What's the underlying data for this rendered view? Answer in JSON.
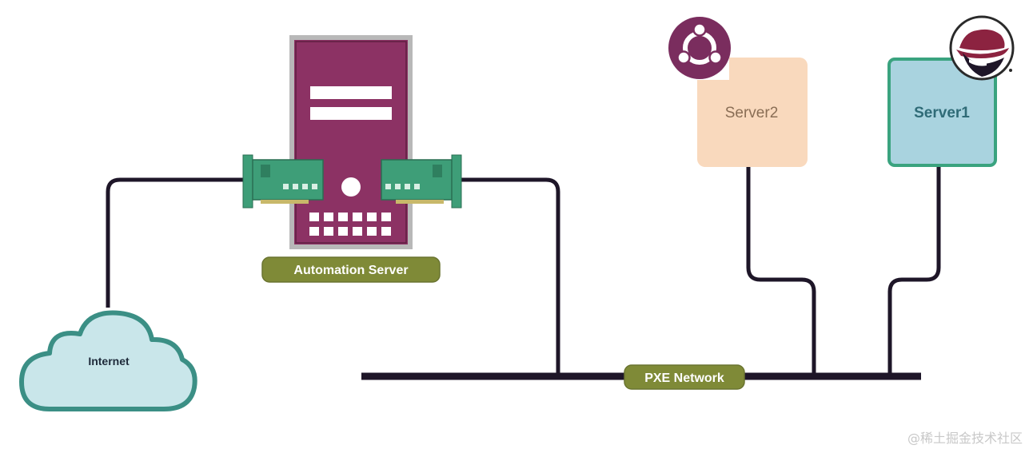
{
  "labels": {
    "automation_server": "Automation Server",
    "internet": "Internet",
    "pxe_network": "PXE Network",
    "server1": "Server1",
    "server2": "Server2"
  },
  "icons": {
    "server2_os": "ubuntu-logo-icon",
    "server1_os": "redhat-logo-icon",
    "automation_server": "server-tower-icon",
    "nic": "network-card-icon",
    "internet": "cloud-icon"
  },
  "colors": {
    "tower_body": "#8c3264",
    "tower_frame": "#b8b8b8",
    "label_green": "#7f8a37",
    "nic_green": "#3e9e78",
    "cable": "#1e1628",
    "cloud_fill": "#c9e6ea",
    "cloud_stroke": "#3b8f85",
    "server2_fill": "#f9d9bd",
    "server1_fill": "#a9d3df",
    "server1_stroke": "#3aa37f",
    "ubuntu_purple": "#7a2d5e",
    "redhat_red": "#8c2340"
  },
  "watermark": "@稀土掘金技术社区"
}
